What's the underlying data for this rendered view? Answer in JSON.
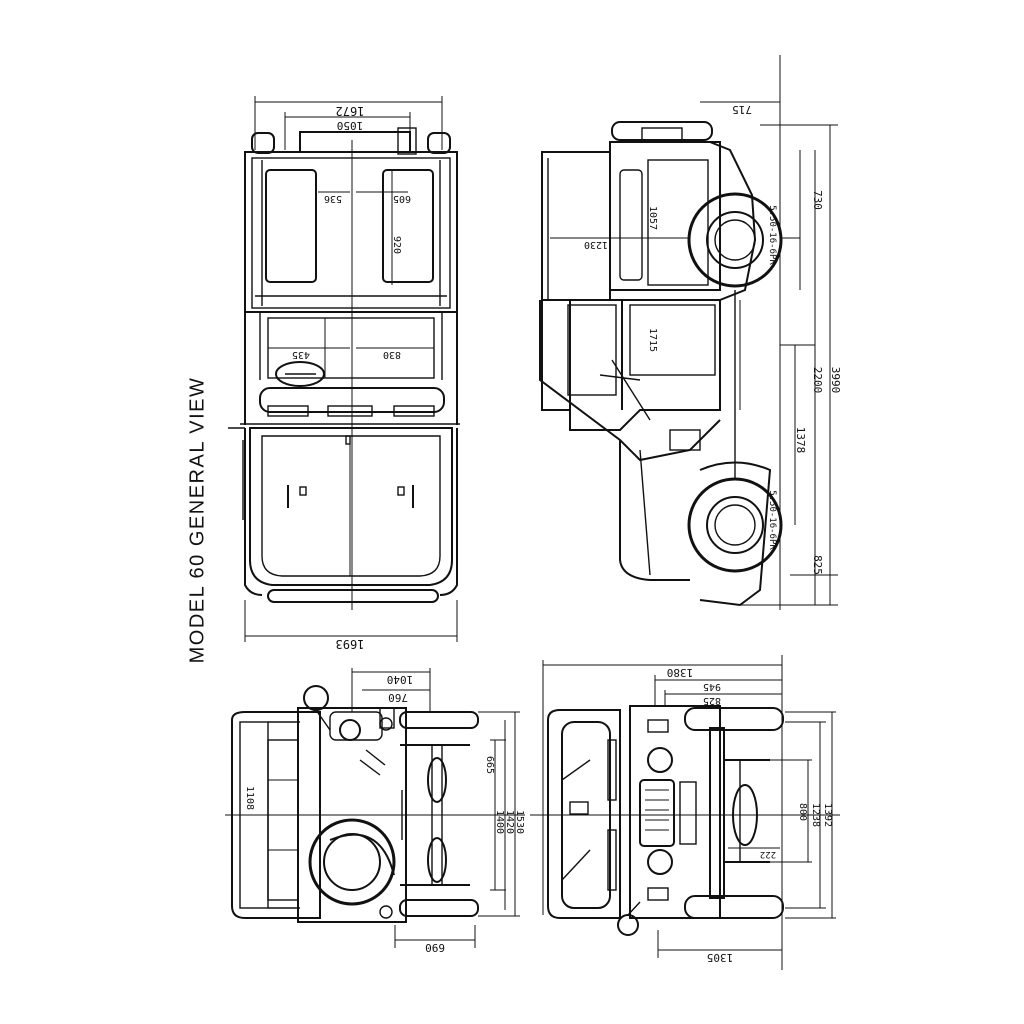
{
  "title": "MODEL 60 GENERAL VIEW",
  "views": {
    "top": {
      "dims": [
        "1672",
        "1050",
        "536",
        "605",
        "920",
        "435",
        "830",
        "1693"
      ]
    },
    "side": {
      "dims": [
        "715",
        "730",
        "1230",
        "1057",
        "5.50-16-6PR",
        "1715",
        "2200",
        "3990",
        "1378",
        "5.50-16-6PR",
        "825"
      ]
    },
    "rear": {
      "dims": [
        "1040",
        "760",
        "665",
        "1400",
        "1420",
        "1530",
        "1108",
        "690"
      ]
    },
    "front": {
      "dims": [
        "1380",
        "945",
        "825",
        "800",
        "1238",
        "1392",
        "222",
        "1305"
      ]
    }
  }
}
